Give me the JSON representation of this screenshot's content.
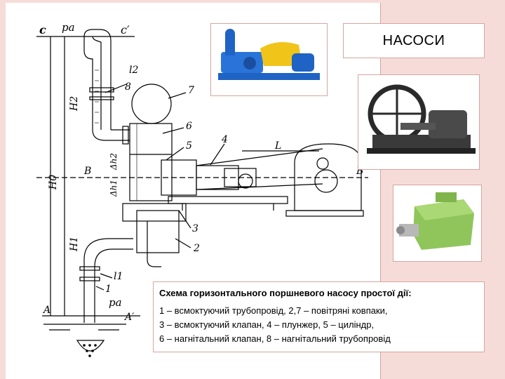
{
  "slide_title": "НАСОСИ",
  "caption": {
    "title": "Схема горизонтального поршневого насосу простої дії:",
    "line1": "1 – всмоктуючий трубопровід, 2,7 – повітряні ковпаки,",
    "line2": "3 – всмоктуючий клапан, 4 – плунжер,  5 – циліндр,",
    "line3": "6 – нагнітальний клапан, 8 – нагнітальний трубопровід"
  },
  "diagram_labels": {
    "c": "c",
    "pa_top": "pa",
    "c_prime": "c′",
    "l2": "l2",
    "n8": "8",
    "n7": "7",
    "h2": "H2",
    "n6": "6",
    "n5": "5",
    "n4": "4",
    "L": "L",
    "h0": "H0",
    "dh2": "Δh2",
    "B": "B",
    "B_prime": "B′",
    "dh1": "Δh1",
    "n3": "3",
    "n2": "2",
    "h1": "H1",
    "l1": "l1",
    "n1": "1",
    "pa_bottom": "pa",
    "A": "A",
    "A_prime": "A′"
  },
  "colors": {
    "background": "#f6dcd9",
    "box_border": "#d6a59f",
    "pump_blue": "#1f63c4",
    "pump_yellow": "#f0c419",
    "pump_green": "#8fc55a"
  },
  "images": {
    "photo1": "blue-piston-pump-icon",
    "photo2": "steam-engine-pump-icon",
    "photo3": "green-hydraulic-pump-icon"
  }
}
